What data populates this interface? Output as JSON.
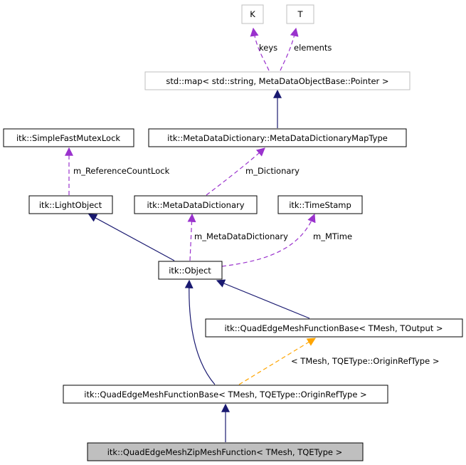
{
  "colors": {
    "inheritance": "#191970",
    "member": "#9a32cd",
    "template": "#ffa500",
    "node_border": "#000000",
    "node_border_faded": "#bfbfbf",
    "focus_fill": "#bfbfbf"
  },
  "nodes": {
    "k": "K",
    "t": "T",
    "map": "std::map< std::string, MetaDataObjectBase::Pointer >",
    "fast_mutex": "itk::SimpleFastMutexLock",
    "dict_map_type": "itk::MetaDataDictionary::MetaDataDictionaryMapType",
    "light_object": "itk::LightObject",
    "meta_dict": "itk::MetaDataDictionary",
    "time_stamp": "itk::TimeStamp",
    "object": "itk::Object",
    "func_base_output": "itk::QuadEdgeMeshFunctionBase< TMesh, TOutput >",
    "func_base_origin": "itk::QuadEdgeMeshFunctionBase< TMesh, TQEType::OriginRefType >",
    "zip_mesh": "itk::QuadEdgeMeshZipMeshFunction< TMesh, TQEType >"
  },
  "edge_labels": {
    "keys": "keys",
    "elements": "elements",
    "ref_count_lock": "m_ReferenceCountLock",
    "dictionary": "m_Dictionary",
    "meta_data_dictionary": "m_MetaDataDictionary",
    "mtime": "m_MTime",
    "template_args": "< TMesh, TQEType::OriginRefType >"
  }
}
